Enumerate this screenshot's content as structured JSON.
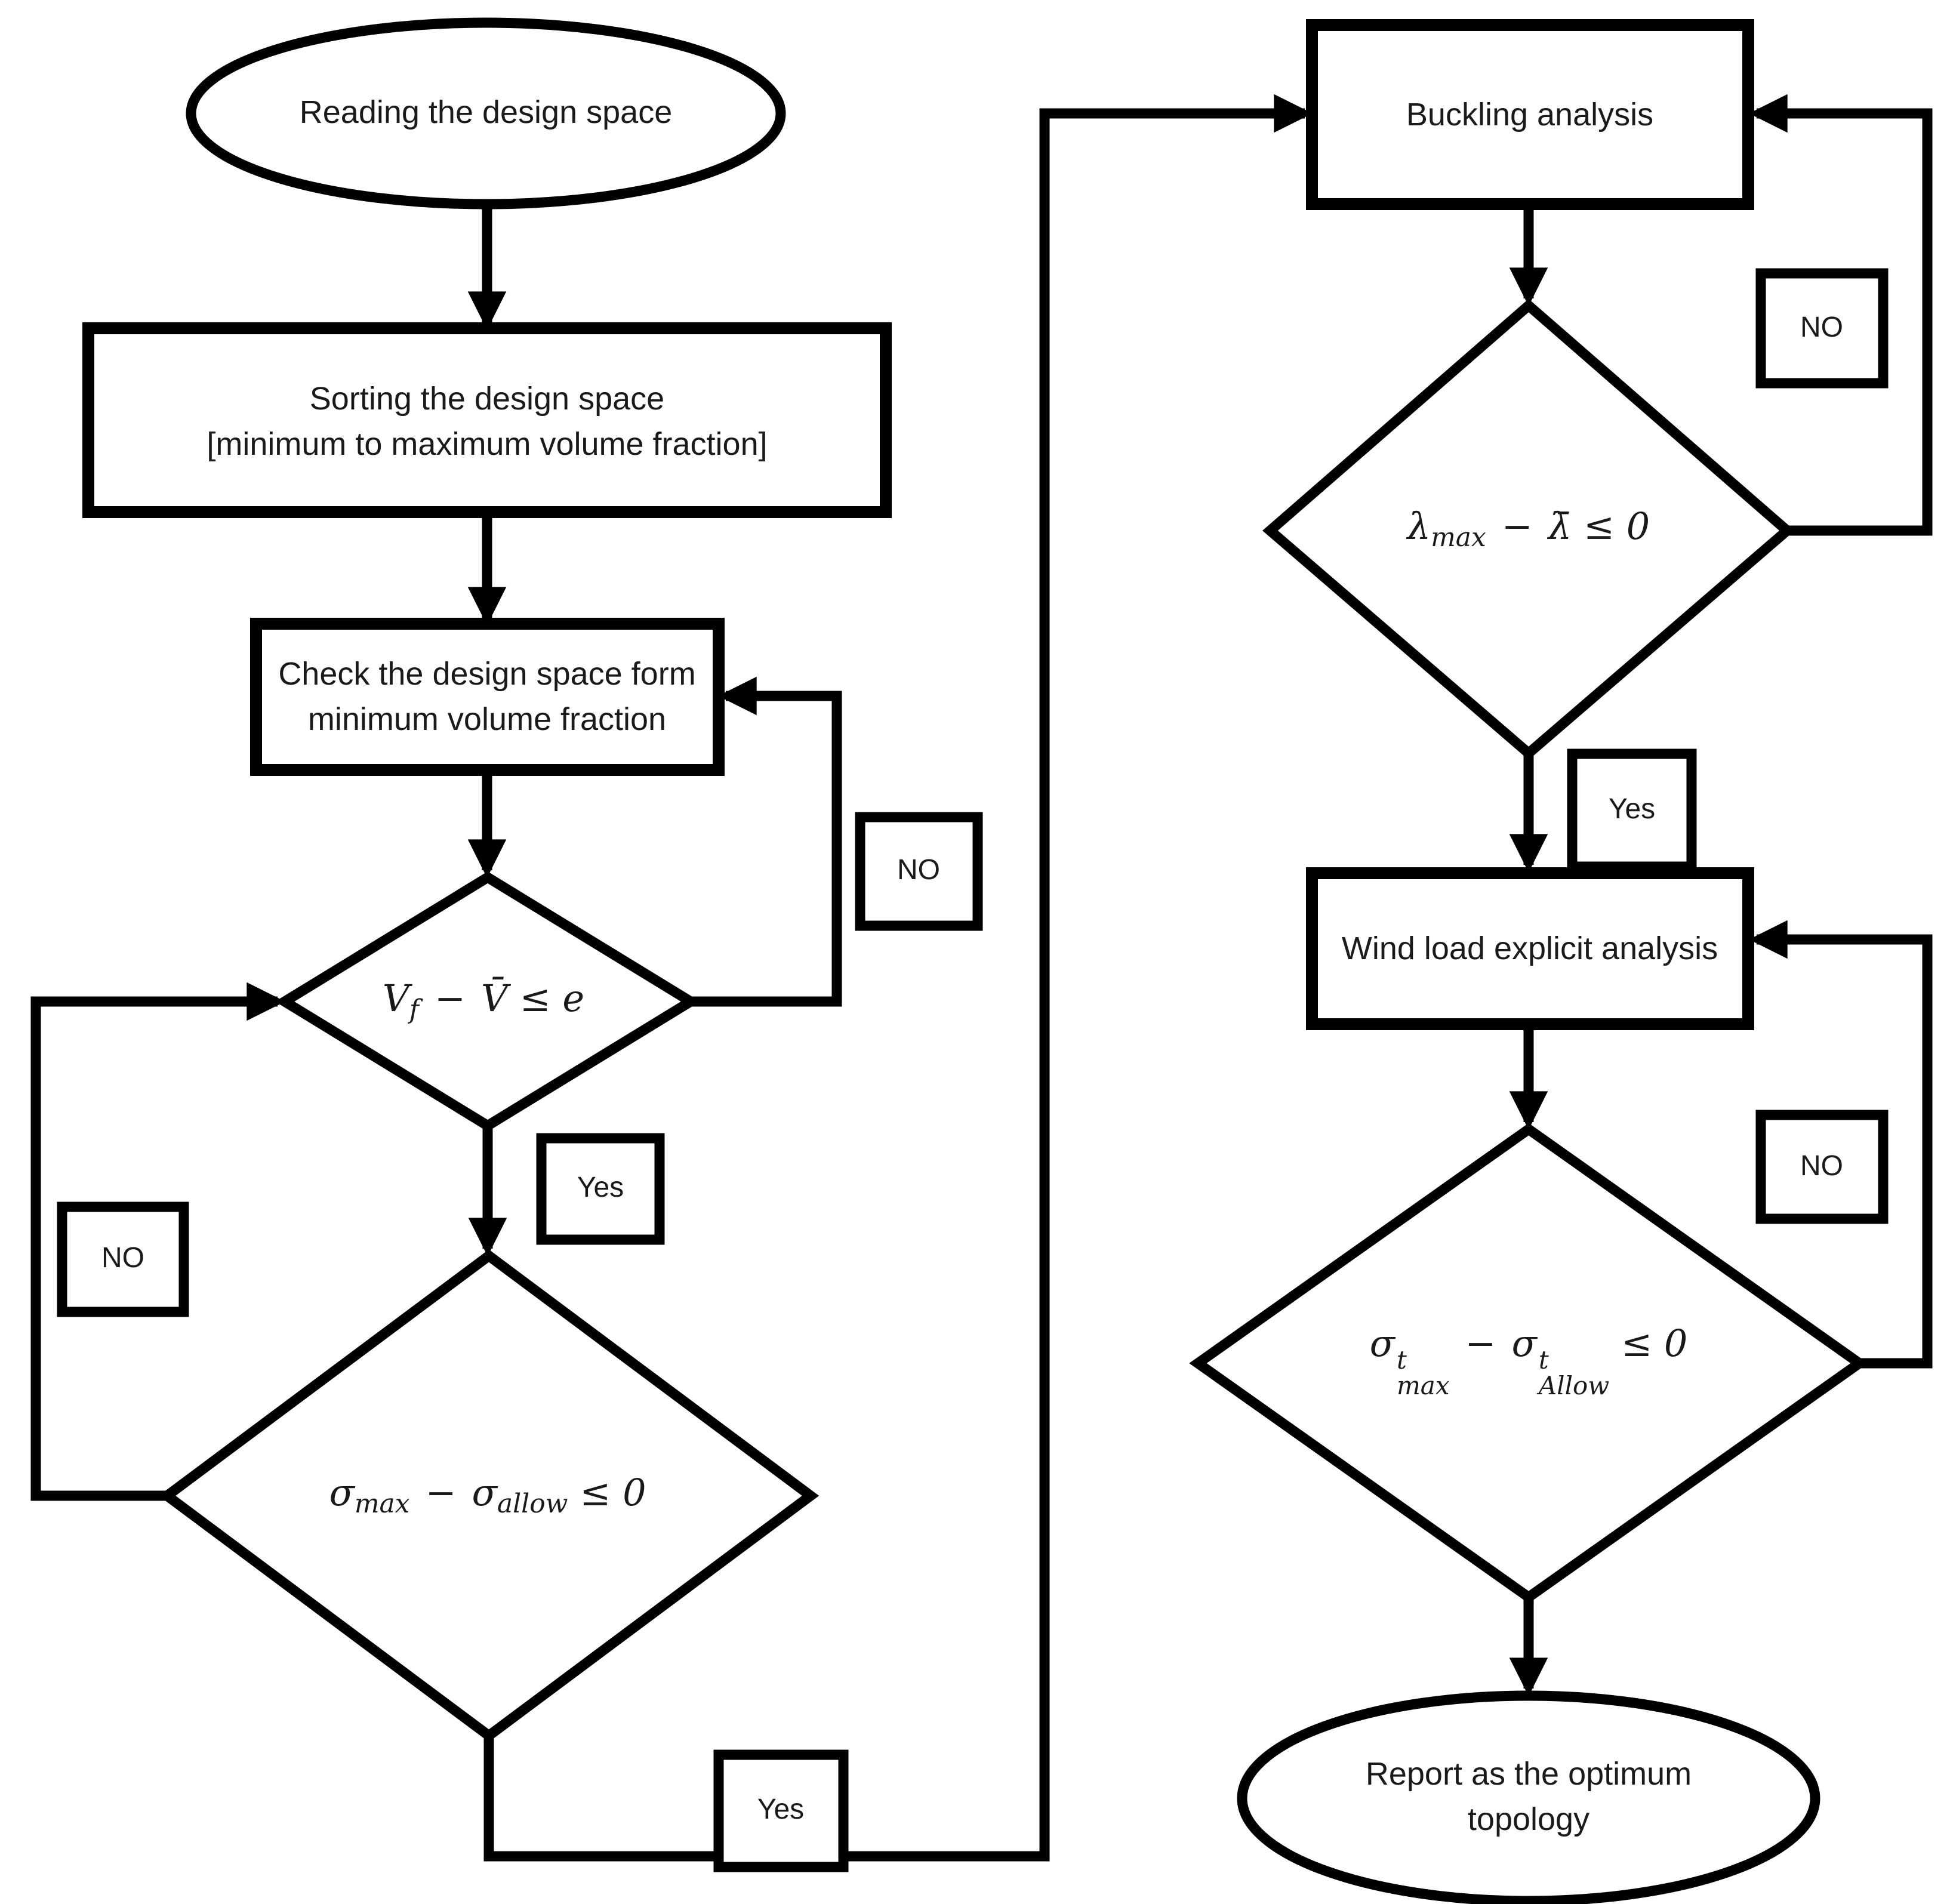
{
  "page": {
    "background": "#ffffff"
  },
  "colors": {
    "stroke": "#000000",
    "text": "#1a1a1a",
    "shape_fill": "#ffffff"
  },
  "nodes": {
    "start": {
      "type": "terminator",
      "label": "Reading the design space"
    },
    "sorting": {
      "type": "process",
      "line1": "Sorting the design space",
      "line2": "[minimum to maximum volume fraction]"
    },
    "check": {
      "type": "process",
      "line1": "Check the design space form",
      "line2": "minimum volume fraction"
    },
    "volume_decision": {
      "type": "decision",
      "t1": "V",
      "t1sub": "f",
      "op": "−",
      "t2": "V̄",
      "rel": "≤ e"
    },
    "stress_decision": {
      "type": "decision",
      "t1": "σ",
      "t1sub": "max",
      "op": "−",
      "t2": "σ",
      "t2sub": "allow",
      "rel": "≤ 0"
    },
    "buckling": {
      "type": "process",
      "label": "Buckling analysis"
    },
    "lambda_decision": {
      "type": "decision",
      "t1": "λ",
      "t1sub": "max",
      "op": "−",
      "t2": "λ̄",
      "rel": "≤ 0"
    },
    "wind": {
      "type": "process",
      "label": "Wind load explicit analysis"
    },
    "wind_stress_decision": {
      "type": "decision",
      "t1": "σ",
      "t1sup": "t",
      "t1sub": "max",
      "op": "−",
      "t2": "σ",
      "t2sup": "t",
      "t2sub": "Allow",
      "rel": "≤ 0"
    },
    "end": {
      "type": "terminator",
      "line1": "Report as the optimum",
      "line2": "topology"
    }
  },
  "edge_labels": {
    "check_no": "NO",
    "volume_yes": "Yes",
    "volume_no": "NO",
    "stress_yes": "Yes",
    "buckling_no": "NO",
    "lambda_yes": "Yes",
    "wind_no": "NO"
  }
}
